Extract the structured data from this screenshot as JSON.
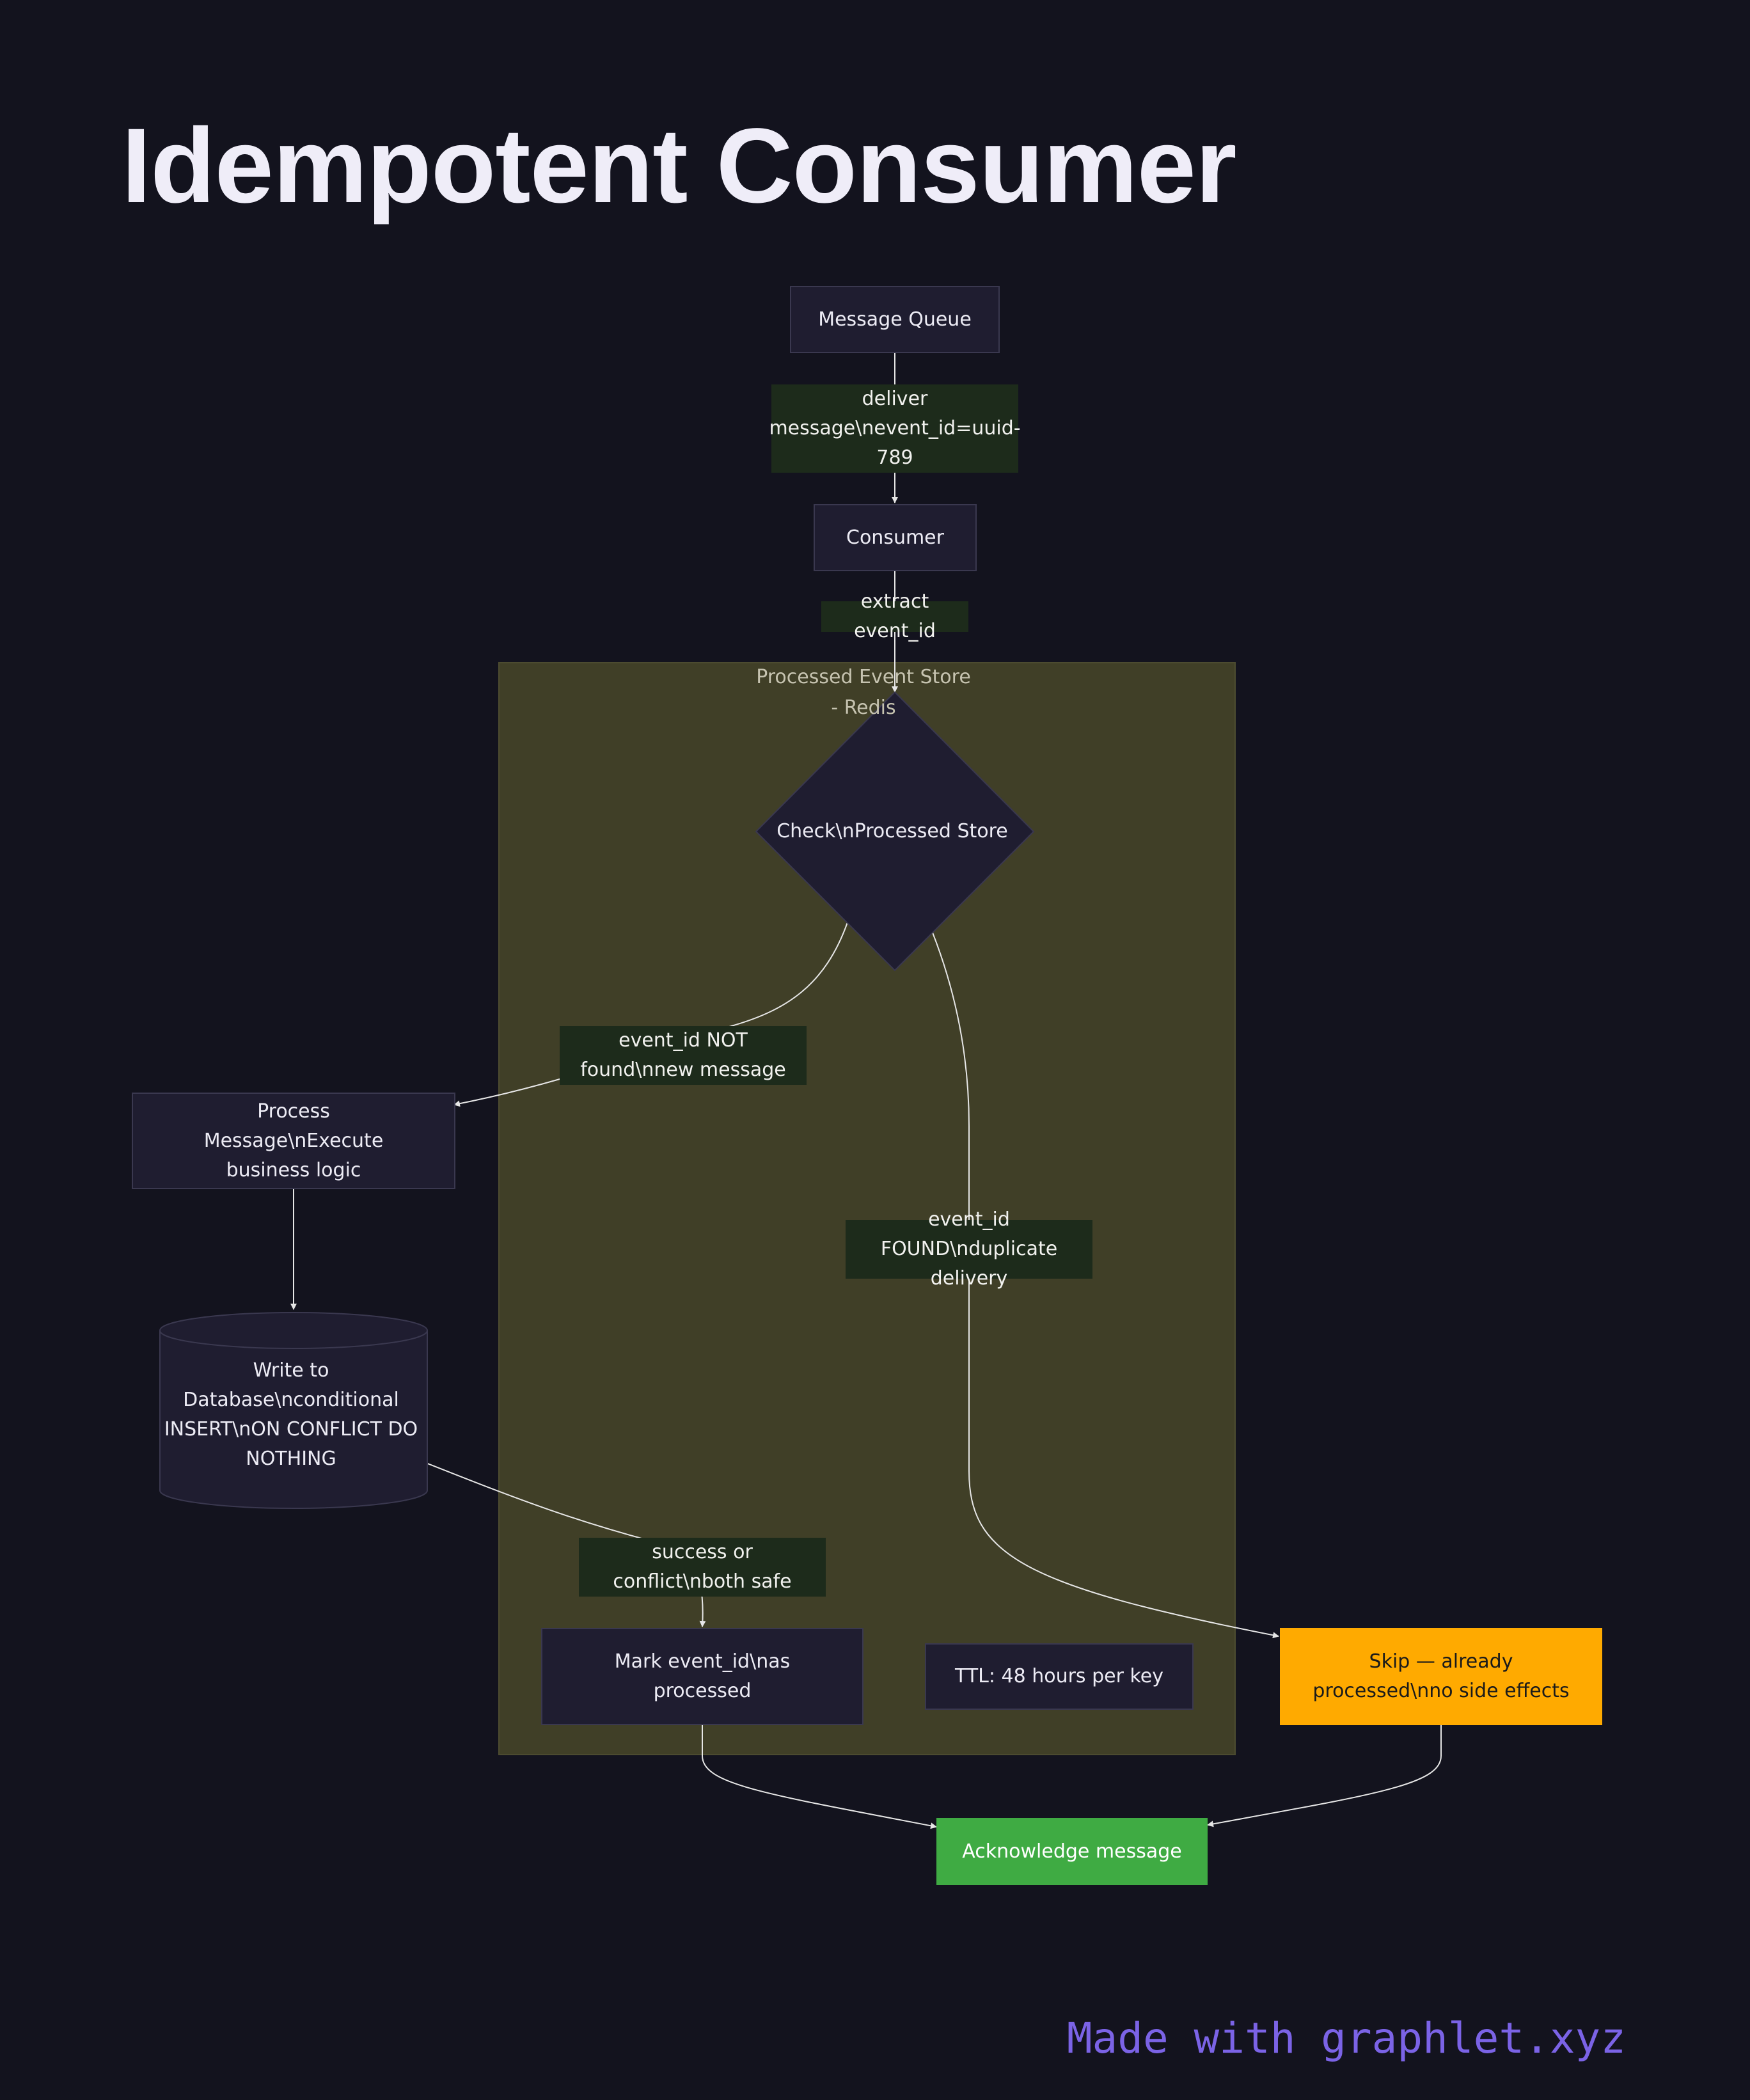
{
  "title": "Idempotent Consumer",
  "footer": "Made with graphlet.xyz",
  "group": {
    "title": "Processed Event Store - Redis"
  },
  "nodes": {
    "message_queue": "Message Queue",
    "consumer": "Consumer",
    "check_store": "Check\\nProcessed Store",
    "process_message": "Process Message\\nExecute business logic",
    "write_db": "Write to Database\\nconditional INSERT\\nON CONFLICT DO NOTHING",
    "mark_processed": "Mark event_id\\nas processed",
    "ttl_note": "TTL: 48 hours per key",
    "skip": "Skip — already processed\\nno side effects",
    "acknowledge": "Acknowledge message"
  },
  "edge_labels": {
    "deliver": "deliver message\\nevent_id=uuid-789",
    "extract": "extract event_id",
    "not_found": "event_id NOT found\\nnew message",
    "found": "event_id FOUND\\nduplicate delivery",
    "success": "success or conflict\\nboth safe"
  },
  "colors": {
    "background": "#13131e",
    "node_fill": "#1f1d30",
    "group_fill": "#403f27",
    "label_fill": "#1d2b1b",
    "skip_fill": "#ffaa00",
    "ack_fill": "#3fab43",
    "footer": "#7b63e6",
    "edge": "#e6e6e6"
  }
}
